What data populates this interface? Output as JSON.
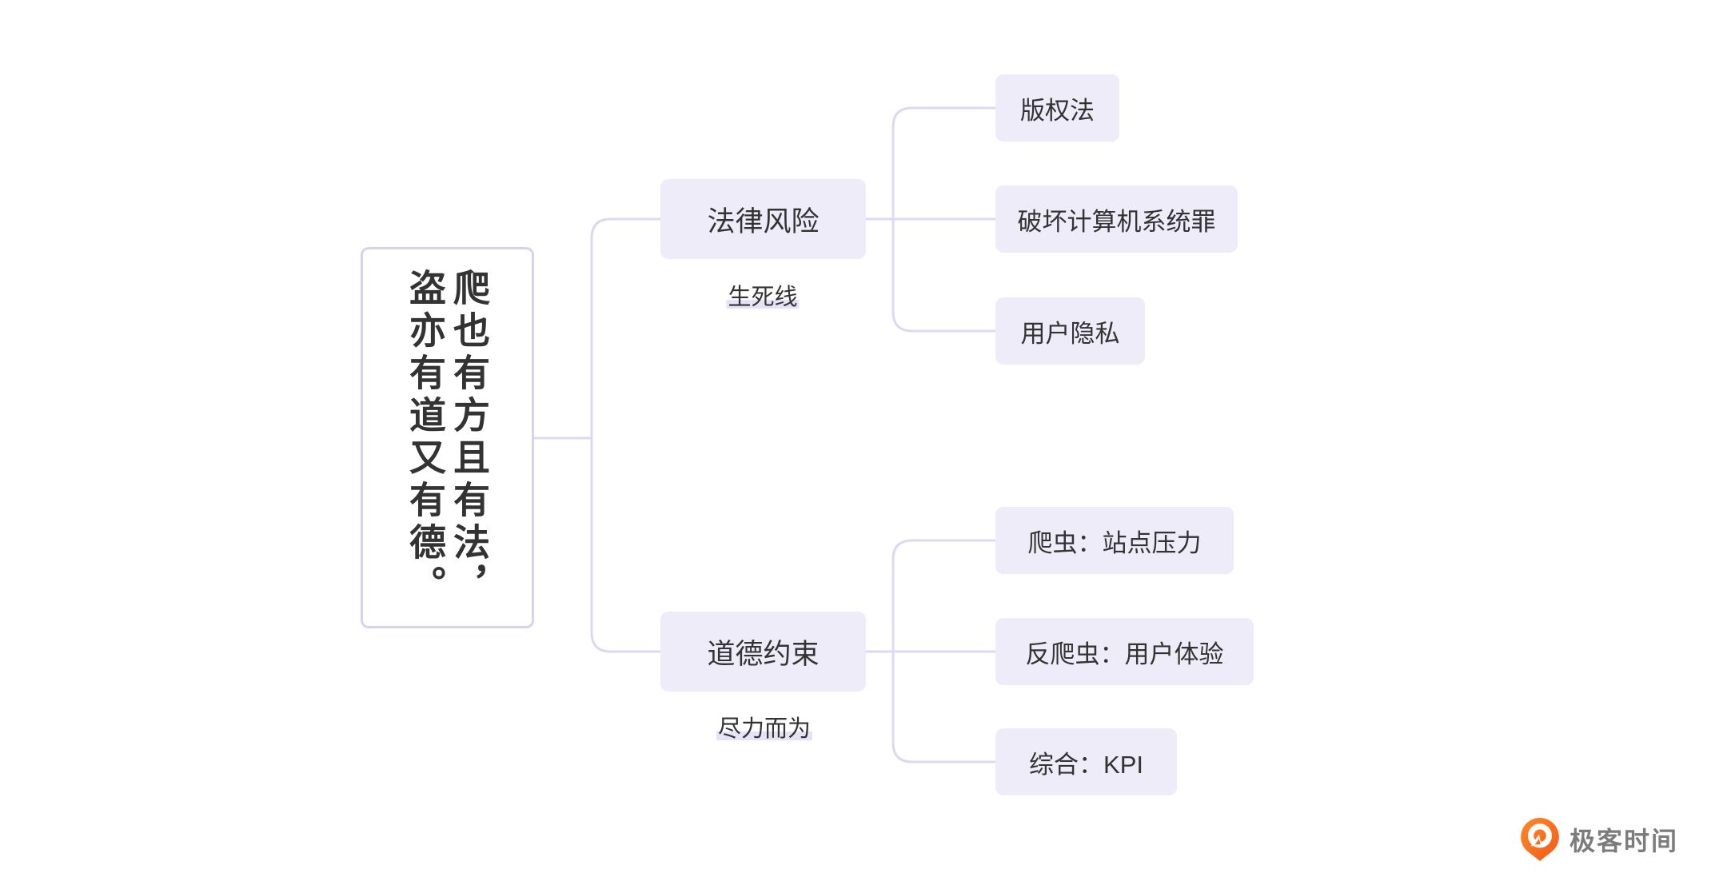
{
  "root": {
    "text": "爬也有方且有法，盗亦有道又有德。",
    "line1": "爬也有方且有法，",
    "line2": "盗亦有道又有德。"
  },
  "branches": [
    {
      "label": "法律风险",
      "note": "生死线",
      "children": [
        "版权法",
        "破坏计算机系统罪",
        "用户隐私"
      ]
    },
    {
      "label": "道德约束",
      "note": "尽力而为",
      "children": [
        "爬虫：站点压力",
        "反爬虫：用户体验",
        "综合：KPI"
      ]
    }
  ],
  "watermark": {
    "brand": "极客时间"
  },
  "colors": {
    "node_fill": "#edecf8",
    "root_border": "#d6d3ec",
    "connector": "#dcd9f0",
    "text": "#333333",
    "note_highlight": "#e6e3f6",
    "brand_orange_start": "#fd8a25",
    "brand_orange_end": "#f4581c",
    "brand_text": "#7c7c7c"
  }
}
